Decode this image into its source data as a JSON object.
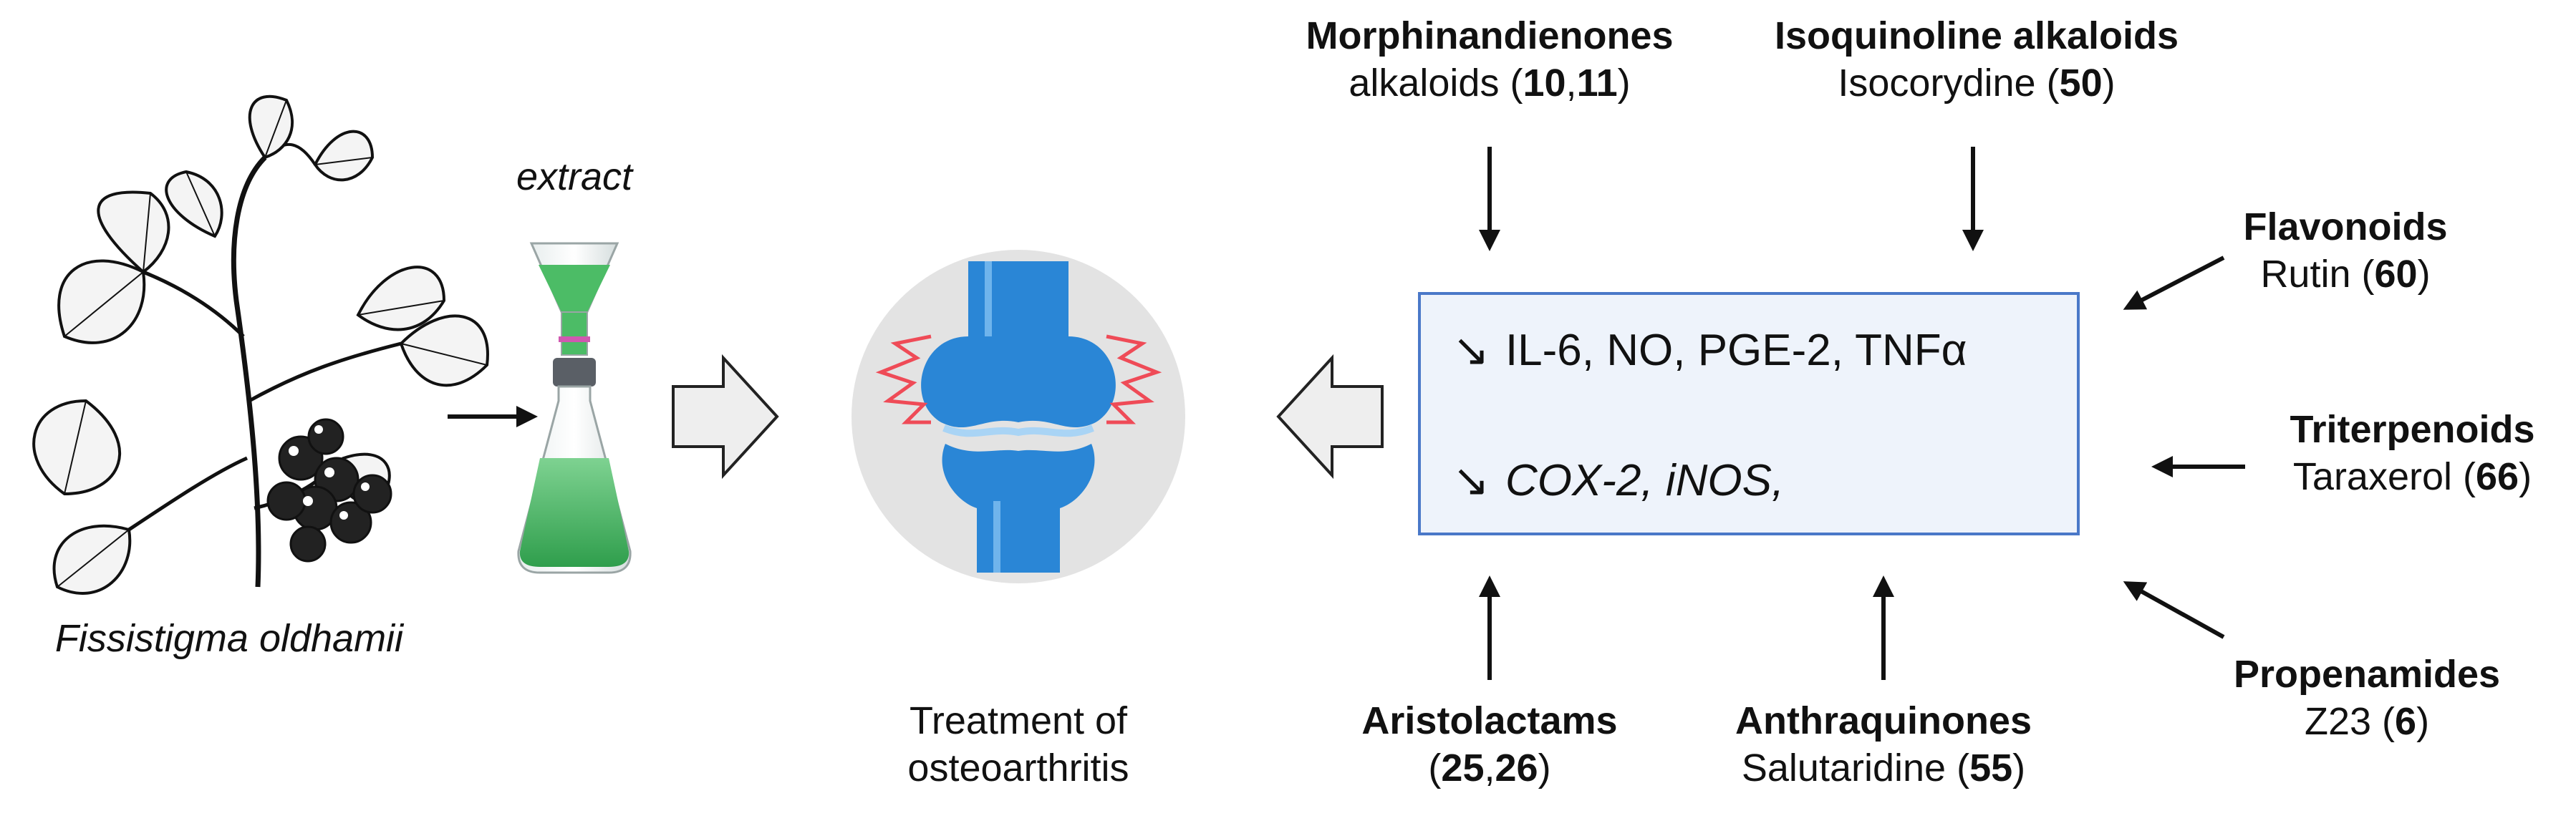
{
  "plant": {
    "name": "Fissistigma oldhamii",
    "extract_label": "extract"
  },
  "outcome": {
    "line1": "Treatment of",
    "line2": "osteoarthritis"
  },
  "effects": {
    "line1": {
      "arrow": "↘",
      "text": "IL-6, NO, PGE-2, TNFα"
    },
    "line2": {
      "arrow": "↘",
      "text": "COX-2, iNOS,"
    }
  },
  "compound_classes": [
    {
      "id": "morphinandienones",
      "class": "Morphinandienones",
      "compound": "alkaloids",
      "numbers": [
        "10",
        "11"
      ]
    },
    {
      "id": "isoquinoline",
      "class": "Isoquinoline alkaloids",
      "compound": "Isocorydine",
      "numbers": [
        "50"
      ]
    },
    {
      "id": "flavonoids",
      "class": "Flavonoids",
      "compound": "Rutin",
      "numbers": [
        "60"
      ]
    },
    {
      "id": "triterpenoids",
      "class": "Triterpenoids",
      "compound": "Taraxerol",
      "numbers": [
        "66"
      ]
    },
    {
      "id": "propenamides",
      "class": "Propenamides",
      "compound": "Z23",
      "numbers": [
        "6"
      ]
    },
    {
      "id": "anthraquinones",
      "class": "Anthraquinones",
      "compound": "Salutaridine",
      "numbers": [
        "55"
      ]
    },
    {
      "id": "aristolactams",
      "class": "Aristolactams",
      "compound": "",
      "numbers": [
        "25",
        "26"
      ]
    }
  ],
  "colors": {
    "panel_border": "#4a78c8",
    "panel_fill": "#eef3fb",
    "joint_blue": "#2a86d6",
    "pain_red": "#ef4b57",
    "extract_green": "#3fae5a"
  }
}
